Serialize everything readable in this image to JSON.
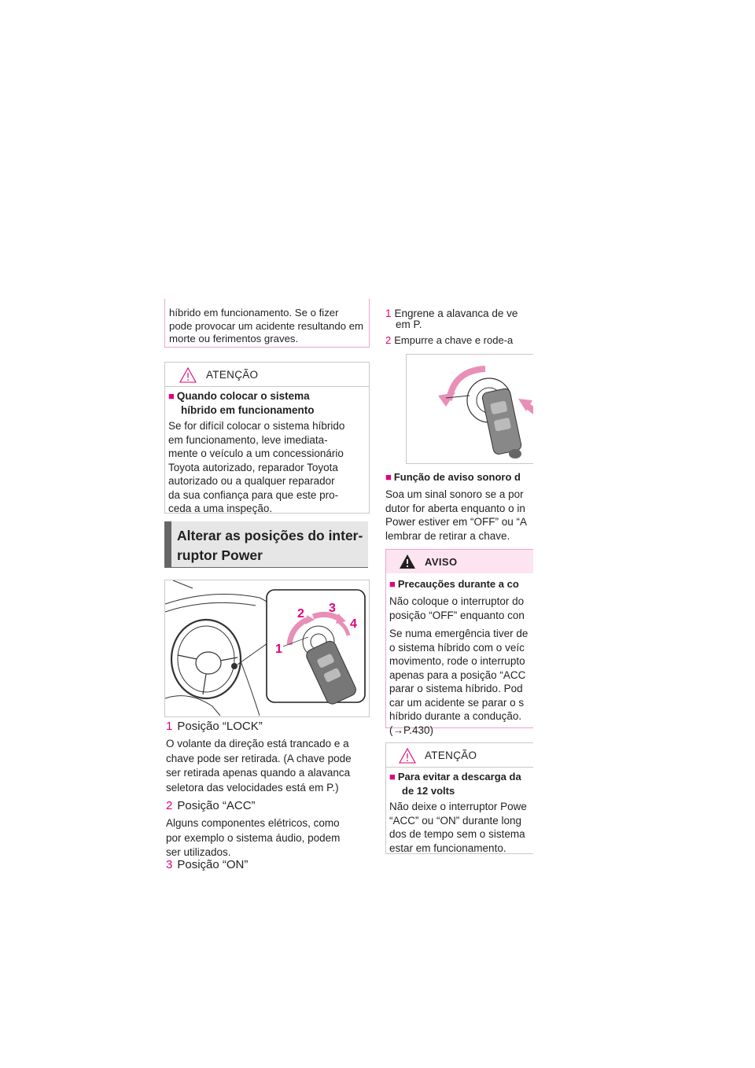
{
  "left_column": {
    "top_box_text": "híbrido em funcionamento. Se o fizer pode provocar um acidente resultando em morte ou ferimentos graves.",
    "atencao_label": "ATENÇÃO",
    "atencao_title_1": "Quando colocar o sistema",
    "atencao_title_2": "híbrido em funcionamento",
    "atencao_body": [
      "Se for difícil colocar o sistema híbrido",
      "em funcionamento, leve imediata-",
      "mente o veículo a um concessionário",
      "Toyota autorizado, reparador Toyota",
      "autorizado ou a qualquer reparador",
      "da sua confiança para que este pro-",
      "ceda a uma inspeção."
    ],
    "section_title_1": "Alterar as posições do inter-",
    "section_title_2": "ruptor Power",
    "figure_labels": [
      "1",
      "2",
      "3",
      "4"
    ],
    "items": [
      {
        "num": "1",
        "label": "Posição “LOCK”",
        "desc": [
          "O volante da direção está trancado e a",
          "chave pode ser retirada. (A chave pode",
          "ser retirada apenas quando a alavanca",
          "seletora das velocidades está em P.)"
        ]
      },
      {
        "num": "2",
        "label": "Posição “ACC”",
        "desc": [
          "Alguns componentes elétricos, como",
          "por exemplo o sistema áudio, podem",
          "ser utilizados."
        ]
      },
      {
        "num": "3",
        "label": "Posição “ON”",
        "desc": []
      }
    ]
  },
  "right_column": {
    "step1_num": "1",
    "step1_text_1": "Engrene a alavanca de ve",
    "step1_text_2": "em P.",
    "step2_num": "2",
    "step2_text": "Empurre a chave e rode-a",
    "warning_title": "Função de aviso sonoro d",
    "warning_body": [
      "Soa um sinal sonoro se a por",
      "dutor for aberta enquanto o in",
      "Power estiver em “OFF” ou “A",
      "lembrar de retirar a chave."
    ],
    "aviso_label": "AVISO",
    "aviso_title": "Precauções durante a co",
    "aviso_p1": [
      "Não coloque o interruptor do",
      "posição “OFF” enquanto con"
    ],
    "aviso_p2": [
      "Se numa emergência tiver de",
      "o sistema híbrido com o veíc",
      "movimento, rode o interrupto",
      "apenas para a posição “ACC",
      "parar o sistema híbrido. Pod",
      "car um acidente se parar o s",
      "híbrido durante a condução.",
      "(→P.430)"
    ],
    "atencao_label": "ATENÇÃO",
    "atencao_title_1": "Para evitar a descarga da",
    "atencao_title_2": "de 12 volts",
    "atencao_body": [
      "Não deixe o interruptor Powe",
      "“ACC” ou “ON” durante long",
      "dos de tempo sem o sistema",
      "estar em funcionamento."
    ]
  },
  "colors": {
    "accent_pink": "#e2007a",
    "section_bg": "#e6e6e6",
    "section_bar": "#666666",
    "aviso_header_bg": "#fce4f0"
  },
  "icons": [
    "warning-triangle-outline-icon",
    "warning-triangle-filled-icon",
    "square-bullet-icon"
  ]
}
